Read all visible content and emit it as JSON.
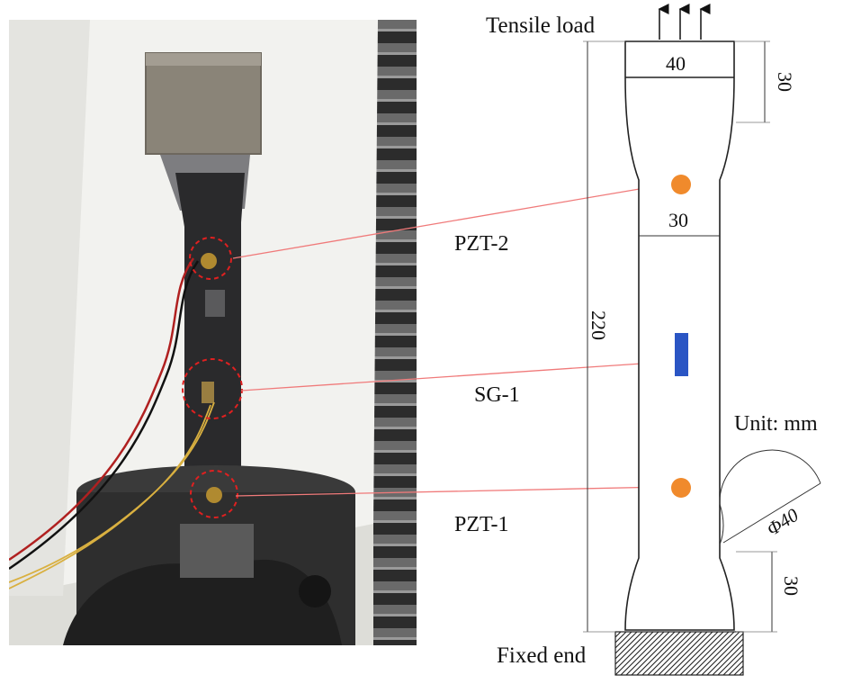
{
  "labels": {
    "tensile_load": "Tensile load",
    "fixed_end": "Fixed end",
    "pzt2": "PZT-2",
    "sg1": "SG-1",
    "pzt1": "PZT-1",
    "unit": "Unit: mm"
  },
  "dimensions": {
    "top_width": "40",
    "top_grip_length": "30",
    "gauge_width": "30",
    "total_length": "220",
    "fillet_diameter": "Φ40",
    "bottom_grip_length": "30"
  },
  "colors": {
    "pzt": "#f08a2c",
    "strain_gauge": "#2a55c4",
    "leader_line": "#f07a7a",
    "arrowhead": "#e0201c",
    "callout_circle": "#e02020"
  }
}
